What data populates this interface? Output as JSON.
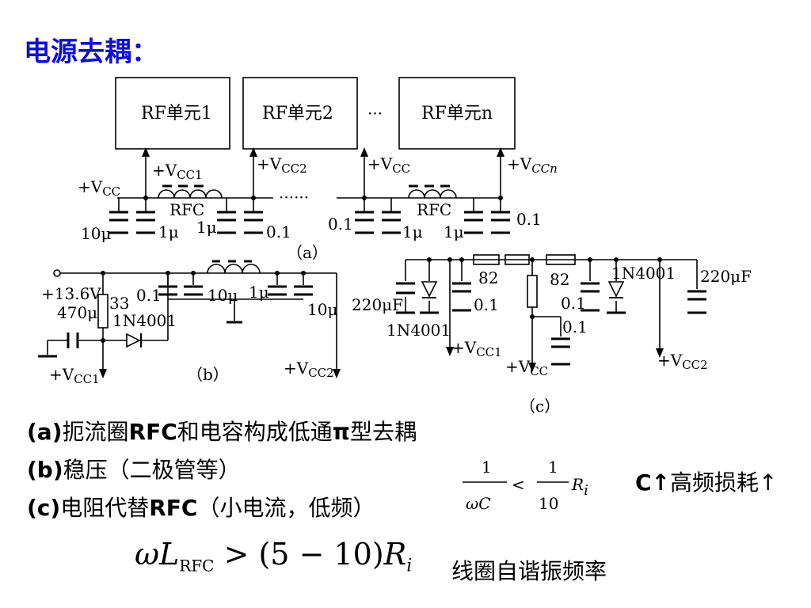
{
  "title": "电源去耦：",
  "colors": {
    "title": "#1010d0",
    "ink": "#000000"
  },
  "diagram_a": {
    "caption": "（a）",
    "units": [
      "RF单元1",
      "RF单元2",
      "RF单元n"
    ],
    "dots_units": "···",
    "dots_line": "······",
    "vcc_in": "+V",
    "vcc_in_sub": "CC",
    "supplies": [
      {
        "main": "+V",
        "sub": "CC1"
      },
      {
        "main": "+V",
        "sub": "CC2"
      },
      {
        "main": "+V",
        "sub": "CC"
      },
      {
        "main": "+V",
        "sub": "CCn"
      }
    ],
    "rfc_labels": [
      "RFC",
      "RFC"
    ],
    "caps": [
      "10μ",
      "1μ",
      "1μ",
      "0.1",
      "0.1",
      "1μ",
      "1μ",
      "0.1"
    ]
  },
  "diagram_b": {
    "caption": "（b）",
    "input": "+13.6V",
    "r33": "33",
    "c470": "470μ",
    "diode": "1N4001",
    "c01": "0.1",
    "c10a": "10μ",
    "c1": "1μ",
    "c10b": "10μ",
    "vcc1": {
      "main": "+V",
      "sub": "CC1"
    },
    "vcc2": {
      "main": "+V",
      "sub": "CC2"
    }
  },
  "diagram_c": {
    "caption": "（c）",
    "r82a": "82",
    "r82b": "82",
    "c220a": "220μF",
    "c220b": "220μF",
    "diode_a": "1N4001",
    "diode_b": "1N4001",
    "c01a": "0.1",
    "c01b": "0.1",
    "c01c": "0.1",
    "vcc1": {
      "main": "+V",
      "sub": "CC1"
    },
    "vcc": {
      "main": "+V",
      "sub": "CC"
    },
    "vcc2": {
      "main": "+V",
      "sub": "CC2"
    }
  },
  "notes": {
    "a_prefix": "(a)",
    "a_text1": "扼流圈",
    "a_bold": "RFC",
    "a_text2": "和电容构成低通",
    "a_pi": "π",
    "a_text3": "型去耦",
    "b_prefix": "(b)",
    "b_text": "稳压（二极管等）",
    "c_prefix": "(c)",
    "c_text1": "电阻代替",
    "c_bold": "RFC",
    "c_text2": "（小电流，低频）",
    "c_loss_prefix": "C↑",
    "c_loss_text": "高频损耗↑",
    "selfres": "线圈自谐振频率"
  },
  "formulas": {
    "ineq_num_left": "1",
    "ineq_den_left": "ωC",
    "ineq_op": "<",
    "ineq_num_right": "1",
    "ineq_den_right": "10",
    "ineq_r": "R",
    "ineq_r_sub": "i",
    "wl_omega_l": "ωL",
    "wl_sub": "RFC",
    "wl_rest": " > (5 − 10)",
    "wl_r": "R",
    "wl_r_sub": "i"
  }
}
